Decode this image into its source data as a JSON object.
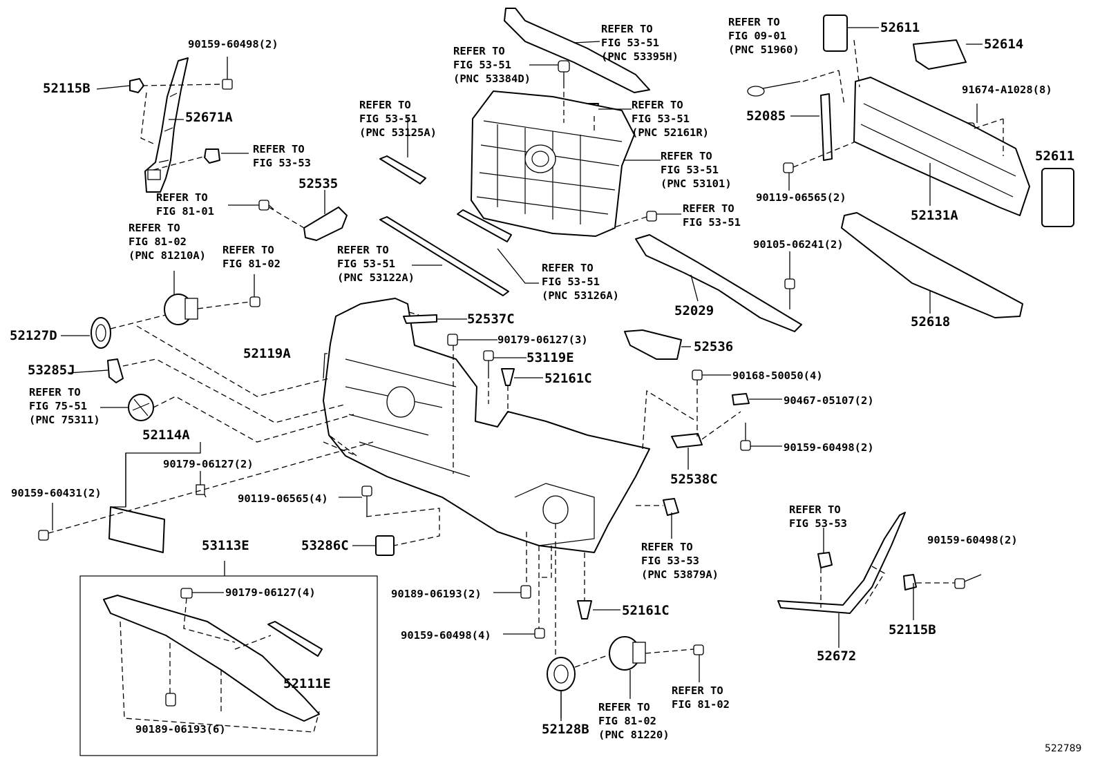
{
  "figure_id": "522789",
  "labels": {
    "l01": "90159-60498(2)",
    "l02": "52115B",
    "l03": "52671A",
    "l04": "REFER TO\nFIG 53-53",
    "l05": "REFER TO\nFIG 81-01",
    "l06": "52535",
    "l07": "REFER TO\nFIG 81-02\n(PNC 81210A)",
    "l08": "REFER TO\nFIG 81-02",
    "l09": "52127D",
    "l10": "53285J",
    "l11": "REFER TO\nFIG 75-51\n(PNC 75311)",
    "l12": "52114A",
    "l13": "90179-06127(2)",
    "l14": "90159-60431(2)",
    "l15": "REFER TO\nFIG 53-51\n(PNC 53125A)",
    "l16": "REFER TO\nFIG 53-51\n(PNC 53384D)",
    "l17": "REFER TO\nFIG 53-51\n(PNC 53395H)",
    "l18": "REFER TO\nFIG 53-51\n(PNC 52161R)",
    "l19": "REFER TO\nFIG 53-51\n(PNC 53101)",
    "l20": "REFER TO\nFIG 53-51",
    "l21": "REFER TO\nFIG 53-51\n(PNC 53122A)",
    "l22": "REFER TO\nFIG 53-51\n(PNC 53126A)",
    "l23": "52119A",
    "l24": "52537C",
    "l25": "90179-06127(3)",
    "l26": "53119E",
    "l27": "52161C",
    "l28": "90119-06565(4)",
    "l29": "53286C",
    "l30": "53113E",
    "l31": "90179-06127(4)",
    "l32": "52111E",
    "l33": "90189-06193(6)",
    "l34": "90189-06193(2)",
    "l35": "90159-60498(4)",
    "l36": "52161C",
    "l37": "52128B",
    "l38": "REFER TO\nFIG 81-02\n(PNC 81220)",
    "l39": "REFER TO\nFIG 81-02",
    "l40": "REFER TO\nFIG 53-53\n(PNC 53879A)",
    "l41": "52029",
    "l42": "52536",
    "l43": "90168-50050(4)",
    "l44": "90467-05107(2)",
    "l45": "90159-60498(2)",
    "l46": "52538C",
    "l47": "REFER TO\nFIG 09-01\n(PNC 51960)",
    "l48": "52611",
    "l49": "52614",
    "l50": "91674-A1028(8)",
    "l51": "52085",
    "l52": "52611",
    "l53": "90119-06565(2)",
    "l54": "52131A",
    "l55": "90105-06241(2)",
    "l56": "52618",
    "l57": "REFER TO\nFIG 53-53",
    "l58": "90159-60498(2)",
    "l59": "52115B",
    "l60": "52672"
  }
}
